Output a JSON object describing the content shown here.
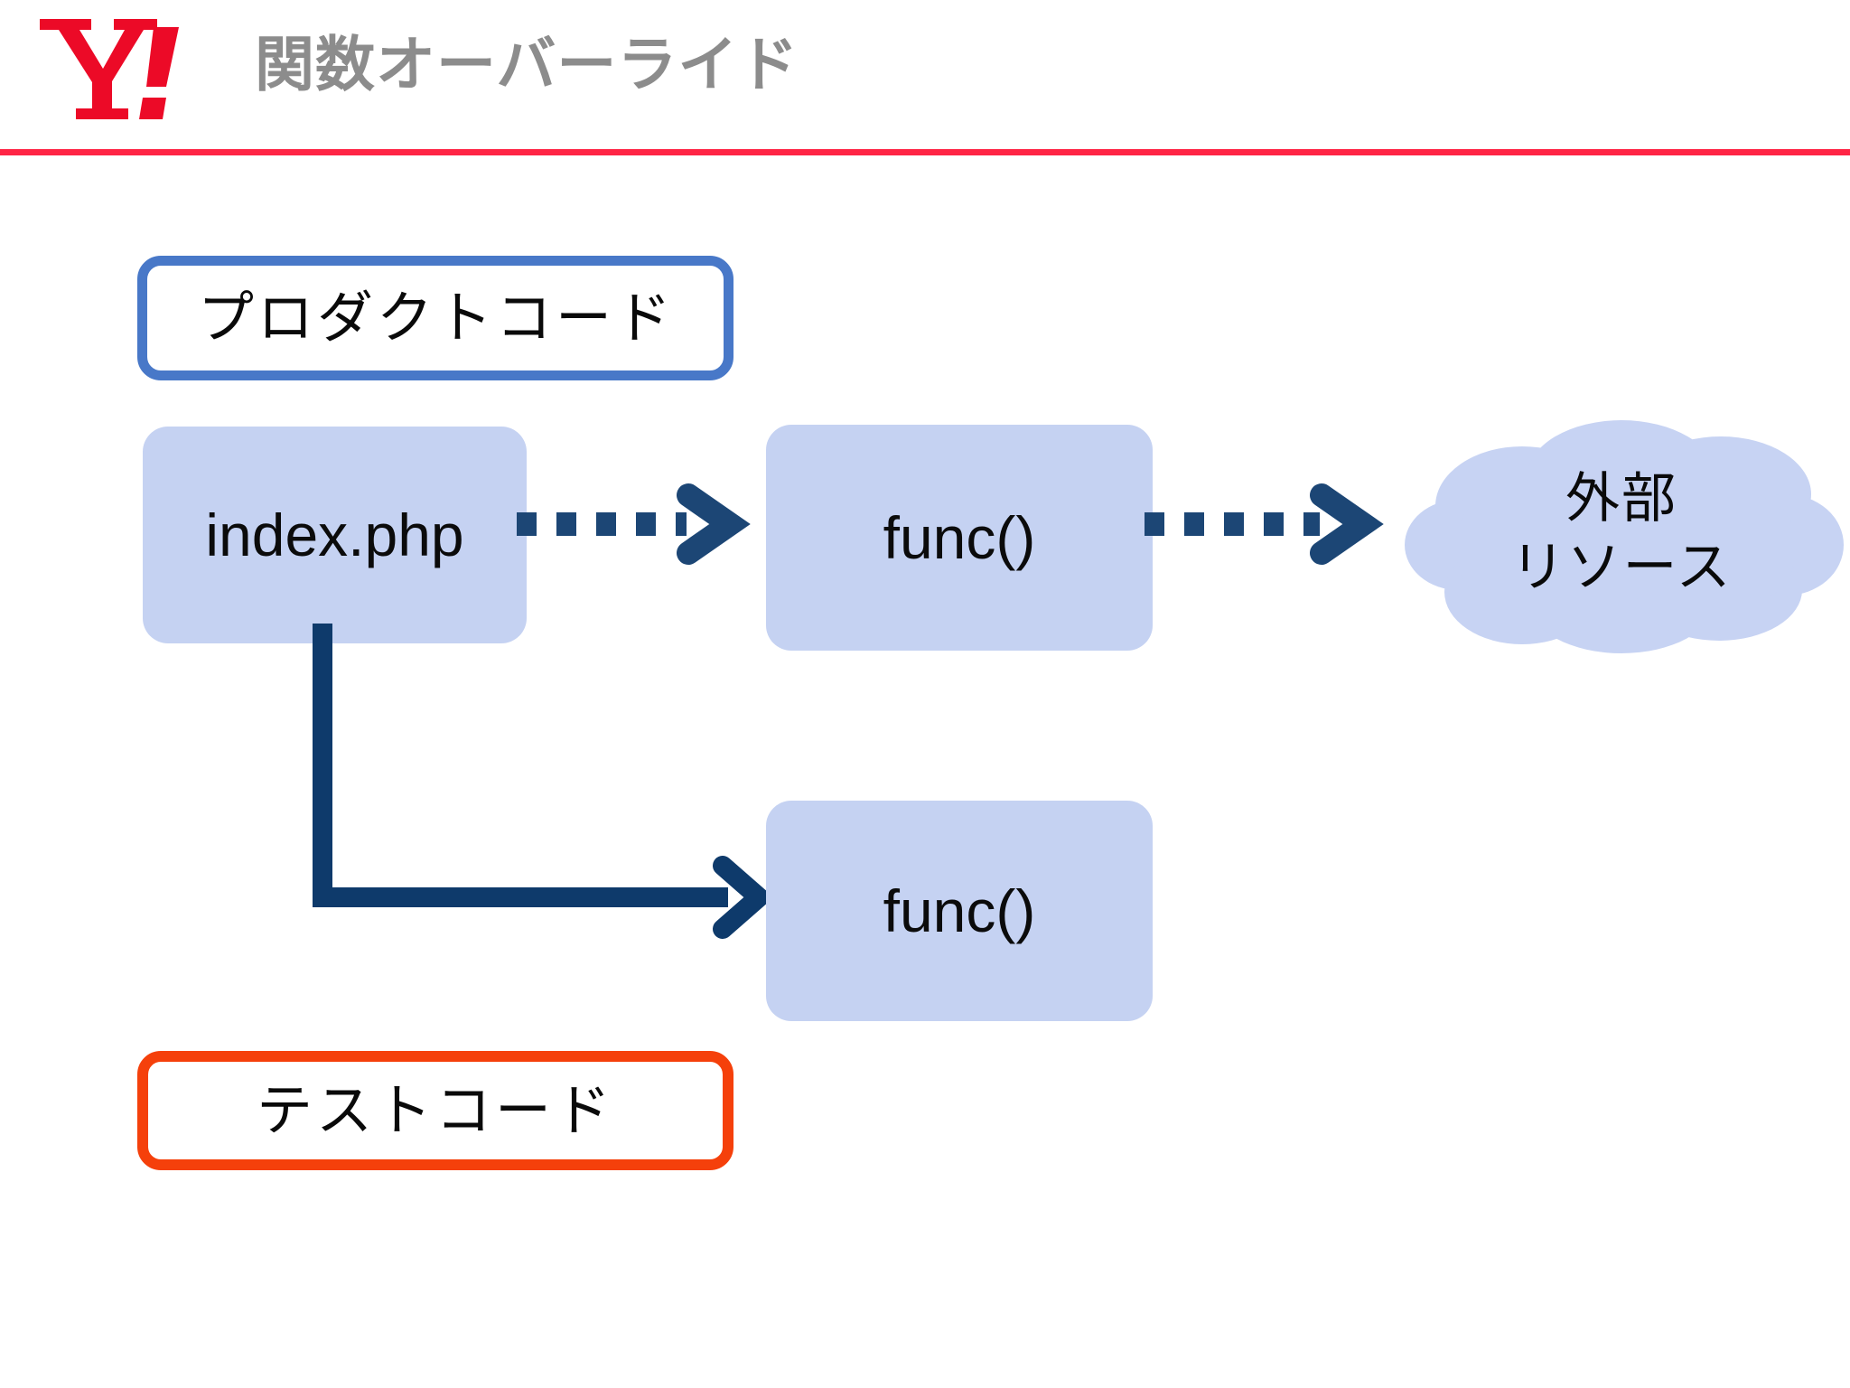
{
  "header": {
    "logo_name": "yahoo-japan-logo",
    "logo_text": "Y!",
    "title": "関数オーバーライド",
    "rule_color": "#ff2445"
  },
  "diagram": {
    "title": "関数オーバーライド",
    "sections": [
      {
        "id": "product-code",
        "label": "プロダクトコード",
        "border_color": "#4878c8"
      },
      {
        "id": "test-code",
        "label": "テストコード",
        "border_color": "#f5400b"
      }
    ],
    "nodes": [
      {
        "id": "index",
        "label": "index.php",
        "shape": "rounded-rect",
        "fill_color": "#c5d2f2"
      },
      {
        "id": "func-product",
        "label": "func()",
        "shape": "rounded-rect",
        "fill_color": "#c5d2f2"
      },
      {
        "id": "func-test",
        "label": "func()",
        "shape": "rounded-rect",
        "fill_color": "#c5d2f2"
      },
      {
        "id": "external-resource",
        "label_line1": "外部",
        "label_line2": "リソース",
        "shape": "cloud",
        "fill_color": "#c7d3f3"
      }
    ],
    "connectors": [
      {
        "id": "index-to-func-product",
        "from": "index",
        "to": "func-product",
        "style": "dotted",
        "color": "#1c4675",
        "arrowhead": "chevron"
      },
      {
        "id": "func-product-to-cloud",
        "from": "func-product",
        "to": "external-resource",
        "style": "dotted",
        "color": "#1c4675",
        "arrowhead": "chevron"
      },
      {
        "id": "index-to-func-test",
        "from": "index",
        "to": "func-test",
        "style": "solid-elbow",
        "color": "#0e3a6b",
        "arrowhead": "chevron"
      }
    ]
  }
}
